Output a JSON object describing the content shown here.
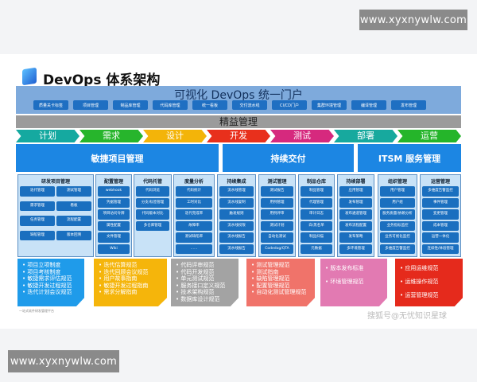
{
  "watermark": "www.xyxnywlw.com",
  "title": "DevOps 体系架构",
  "portal": {
    "title": "可视化 DevOps 统一门户",
    "buttons": [
      "质量关卡标签",
      "项目管理",
      "制品库管理",
      "代码库管理",
      "统一看板",
      "交付流水线",
      "CI/CD门户",
      "集群环境管理",
      "编译管理",
      "发布管理"
    ]
  },
  "lean": "精益管理",
  "phases": [
    {
      "label": "计划",
      "color": "#15a9a0"
    },
    {
      "label": "需求",
      "color": "#27b52c"
    },
    {
      "label": "设计",
      "color": "#f3b409"
    },
    {
      "label": "开发",
      "color": "#e8301c"
    },
    {
      "label": "测试",
      "color": "#d6297e"
    },
    {
      "label": "部署",
      "color": "#17a99e"
    },
    {
      "label": "运营",
      "color": "#25b52a"
    }
  ],
  "big_headers": [
    "敏捷项目管理",
    "持续交付",
    "ITSM 服务管理"
  ],
  "columns": [
    {
      "title": "研发项目管理",
      "cols": 2,
      "items": [
        "迭代管理",
        "测试管理",
        "需求管理",
        "看板",
        "任务管理",
        "流程配置",
        "缺陷管理",
        "版本回溯"
      ]
    },
    {
      "title": "配置管理",
      "cols": 1,
      "items": [
        "webhook",
        "凭据管理",
        "项目访问令牌",
        "属性配置",
        "文件管理",
        "Wiki"
      ]
    },
    {
      "title": "代码托管",
      "cols": 1,
      "items": [
        "代码浏览",
        "分支/标签管理",
        "代码版本对比",
        "多仓库管理"
      ]
    },
    {
      "title": "度量分析",
      "cols": 1,
      "items": [
        "代码统计",
        "工时对比",
        "迭代完成率",
        "故障率",
        "测试缺陷率",
        "……"
      ]
    },
    {
      "title": "持续集成",
      "cols": 1,
      "items": [
        "流水线管理",
        "流水线复制",
        "触发规则",
        "流水线权限",
        "流水线报告",
        "流水线报告"
      ]
    },
    {
      "title": "测试管理",
      "cols": 1,
      "items": [
        "测试报告",
        "用例管理",
        "用例评审",
        "测试计划",
        "自动化测试",
        "Codedog/QTA"
      ]
    },
    {
      "title": "制品仓库",
      "cols": 1,
      "items": [
        "制品管理",
        "代理管理",
        "审计日志",
        "白/黑名单",
        "制品扫描",
        "元数据"
      ]
    },
    {
      "title": "持续部署",
      "cols": 1,
      "items": [
        "应用管理",
        "发布管理",
        "发布通道管理",
        "发布流程配置",
        "发布策略",
        "多环境管理"
      ]
    },
    {
      "title": "组织管理",
      "cols": 1,
      "items": [
        "用户管理",
        "用户组",
        "服务质量/依赖分析",
        "业务指标监控",
        "业务可视化监控",
        "多维度告警监控"
      ]
    },
    {
      "title": "运营管理",
      "cols": 1,
      "items": [
        "多维度告警监控",
        "事件管理",
        "变更管理",
        "成本管理",
        "运营一体化",
        "连续性/体验管理"
      ]
    }
  ],
  "notes": [
    {
      "color": "#1f9bea",
      "items": [
        "项目立项制度",
        "项目考核制度",
        "敏捷需求评估规范",
        "敏捷开发过程规范",
        "迭代计划会议规范"
      ]
    },
    {
      "color": "#f5b50b",
      "items": [
        "迭代估算规范",
        "迭代回顾会议规范",
        "用户故事指南",
        "敏捷开发过程指南",
        "需求分解指南"
      ]
    },
    {
      "color": "#a3a3a3",
      "items": [
        "代码评审规范",
        "代码开发规范",
        "单元测试规范",
        "服务接口定义规范",
        "技术架构规范",
        "数据库设计规范"
      ]
    },
    {
      "color": "#f0736a",
      "items": [
        "测试管理规范",
        "测试指南",
        "缺陷管理规范",
        "配置管理规范",
        "自动化测试管理规范"
      ]
    },
    {
      "color": "#e27ab2",
      "items": [
        "版本发布标准",
        "环境管理规范"
      ]
    },
    {
      "color": "#e52a1c",
      "items": [
        "应用运维规范",
        "运维操作规范",
        "运营管理规范"
      ]
    }
  ],
  "caption": "一站式软件研发管理平台",
  "source": "搜狐号@无忧知识星球"
}
